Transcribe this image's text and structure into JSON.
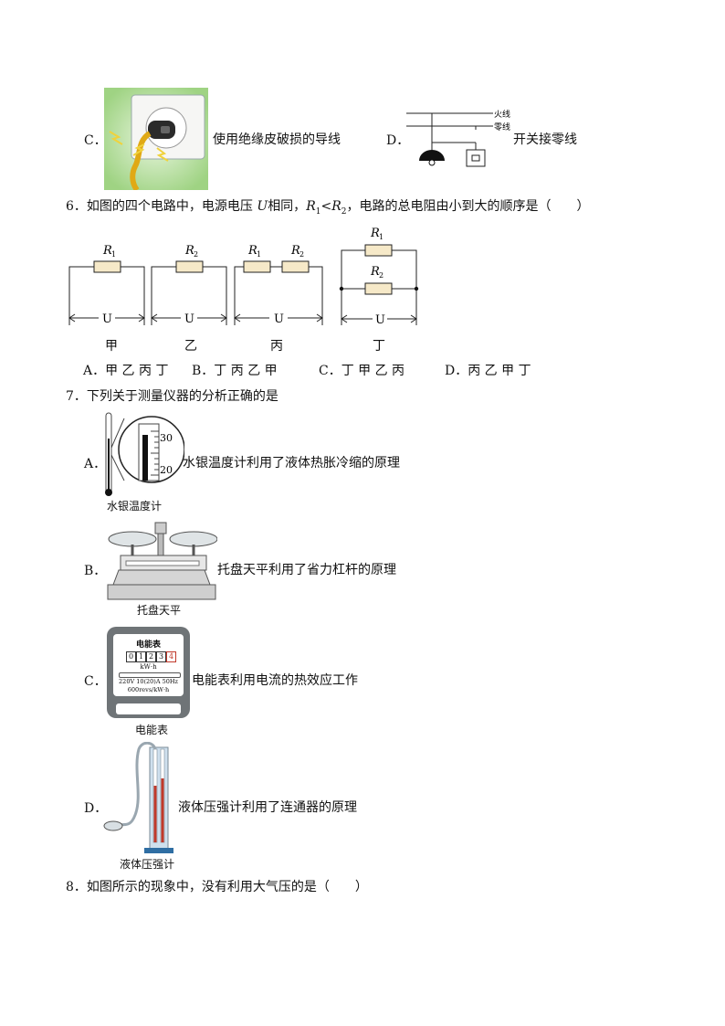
{
  "q5": {
    "c_letter": "C．",
    "c_text": "使用绝缘皮破损的导线",
    "d_letter": "D．",
    "d_text": "开关接零线",
    "wire_live": "火线",
    "wire_neutral": "零线"
  },
  "q6": {
    "num": "6．",
    "stem_a": "如图的四个电路中，电源电压 ",
    "stem_U": "U",
    "stem_b": "相同，",
    "stem_R1": "R",
    "stem_R1_sub": "1",
    "stem_lt": "<",
    "stem_R2": "R",
    "stem_R2_sub": "2",
    "stem_c": "，电路的总电阻由小到大的顺序是（　　）",
    "circuits": [
      {
        "label": "甲",
        "r": "R",
        "sub": "1",
        "u": "U"
      },
      {
        "label": "乙",
        "r": "R",
        "sub": "2",
        "u": "U"
      },
      {
        "label": "丙",
        "r1": "R",
        "sub1": "1",
        "r2": "R",
        "sub2": "2",
        "u": "U"
      },
      {
        "label": "丁",
        "r1": "R",
        "sub1": "1",
        "r2": "R",
        "sub2": "2",
        "u": "U"
      }
    ],
    "options": [
      "A．甲 乙 丙 丁",
      "B．丁 丙 乙 甲",
      "C．丁 甲 乙 丙",
      "D．丙 乙 甲 丁"
    ]
  },
  "q7": {
    "num": "7．",
    "stem": "下列关于测量仪器的分析正确的是",
    "a_letter": "A．",
    "a_text": "水银温度计利用了液体热胀冷缩的原理",
    "a_caption": "水银温度计",
    "a_scale_top": "30",
    "a_scale_bottom": "20",
    "b_letter": "B．",
    "b_text": "托盘天平利用了省力杠杆的原理",
    "b_caption": "托盘天平",
    "c_letter": "C．",
    "c_text": "电能表利用电流的热效应工作",
    "c_caption": "电能表",
    "meter_title": "电能表",
    "meter_digits": [
      "0",
      "1",
      "2",
      "3",
      "4"
    ],
    "meter_unit": "kW·h",
    "meter_spec": "220V 10(20)A 50Hz",
    "meter_revs": "600revs/kW·h",
    "d_letter": "D．",
    "d_text": "液体压强计利用了连通器的原理",
    "d_caption": "液体压强计"
  },
  "q8": {
    "num": "8．",
    "stem": "如图所示的现象中，没有利用大气压的是（　　）"
  },
  "colors": {
    "wall_green": "#bfe3a8",
    "wire_yellow": "#e0a915",
    "mercury": "#111111",
    "meter_gray": "#6f7477",
    "liquid_red": "#c0392b"
  }
}
